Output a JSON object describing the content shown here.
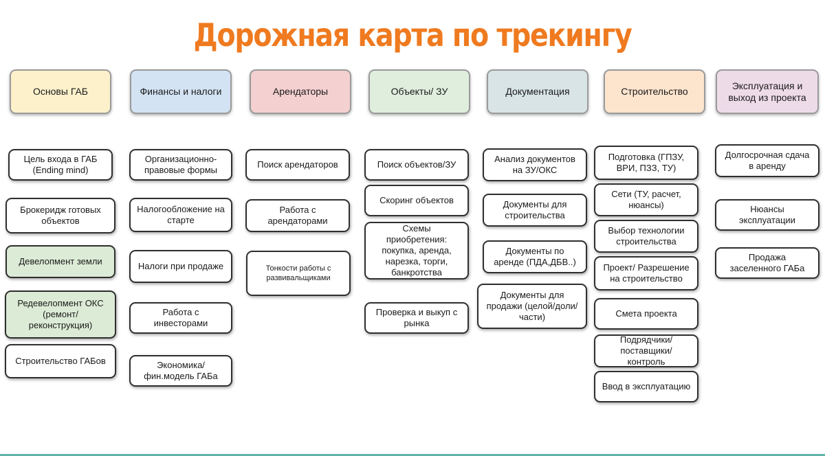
{
  "title": "Дорожная карта по трекингу",
  "colors": {
    "title": "#ef7a1f",
    "headers": [
      "#fdf1cb",
      "#d3e3f3",
      "#f5d0d0",
      "#dfeedd",
      "#d8e4e6",
      "#fde4cd",
      "#eedbe8"
    ],
    "highlight": "#dcebd6"
  },
  "columns": [
    {
      "header": "Основы ГАБ",
      "items": [
        "Цель входа в ГАБ (Ending mind)",
        "Брокеридж готовых объектов",
        "Девелопмент земли",
        "Редевелопмент ОКС (ремонт/ реконструкция)",
        "Строительство ГАБов"
      ]
    },
    {
      "header": "Финансы и налоги",
      "items": [
        "Организационно-правовые формы",
        "Налогообложение на старте",
        "Налоги при продаже",
        "Работа с инвесторами",
        "Экономика/ фин.модель ГАБа"
      ]
    },
    {
      "header": "Арендаторы",
      "items": [
        "Поиск арендаторов",
        "Работа с арендаторами",
        "Тонкости работы с развивальщиками"
      ]
    },
    {
      "header": "Объекты/ ЗУ",
      "items": [
        "Поиск объектов/ЗУ",
        "Скоринг объектов",
        "Схемы приобретения: покупка, аренда, нарезка, торги, банкротства",
        "Проверка и выкуп с рынка"
      ]
    },
    {
      "header": "Документация",
      "items": [
        "Анализ документов на ЗУ/ОКС",
        "Документы для строительства",
        "Документы по аренде (ПДА,ДБВ..)",
        "Документы для продажи (целой/доли/части)"
      ]
    },
    {
      "header": "Строительство",
      "items": [
        "Подготовка (ГПЗУ, ВРИ, ПЗЗ, ТУ)",
        "Сети (ТУ, расчет, нюансы)",
        "Выбор технологии строительства",
        "Проект/ Разрешение на строительство",
        "Смета проекта",
        "Подрядчики/ поставщики/ контроль",
        "Ввод в эксплуатацию"
      ]
    },
    {
      "header": "Эксплуатация и выход из проекта",
      "items": [
        "Долгосрочная сдача в аренду",
        "Нюансы эксплуатации",
        "Продажа заселенного ГАБа"
      ]
    }
  ]
}
